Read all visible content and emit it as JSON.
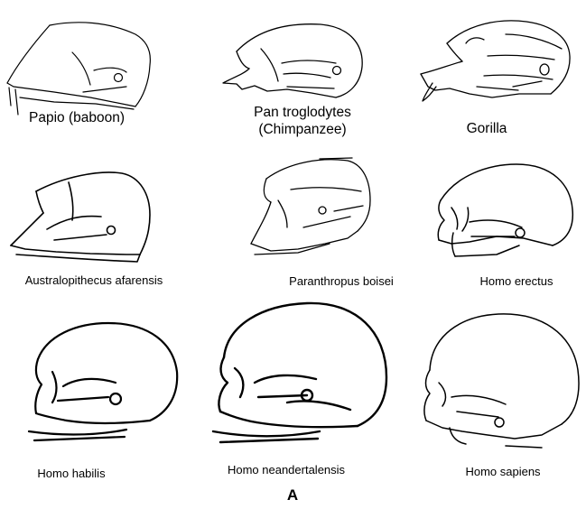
{
  "panel_label": "A",
  "specimens": [
    {
      "id": "papio",
      "lines": [
        "Papio (baboon)"
      ]
    },
    {
      "id": "pan",
      "lines": [
        "Pan troglodytes",
        "(Chimpanzee)"
      ]
    },
    {
      "id": "gorilla",
      "lines": [
        "Gorilla"
      ]
    },
    {
      "id": "australopithecus",
      "lines": [
        "Australopithecus afarensis"
      ]
    },
    {
      "id": "paranthropus",
      "lines": [
        "Paranthropus boisei"
      ]
    },
    {
      "id": "homo-erectus",
      "lines": [
        "Homo erectus"
      ]
    },
    {
      "id": "homo-habilis",
      "lines": [
        "Homo habilis"
      ]
    },
    {
      "id": "homo-neandertalensis",
      "lines": [
        "Homo neandertalensis"
      ]
    },
    {
      "id": "homo-sapiens",
      "lines": [
        "Homo sapiens"
      ]
    }
  ]
}
